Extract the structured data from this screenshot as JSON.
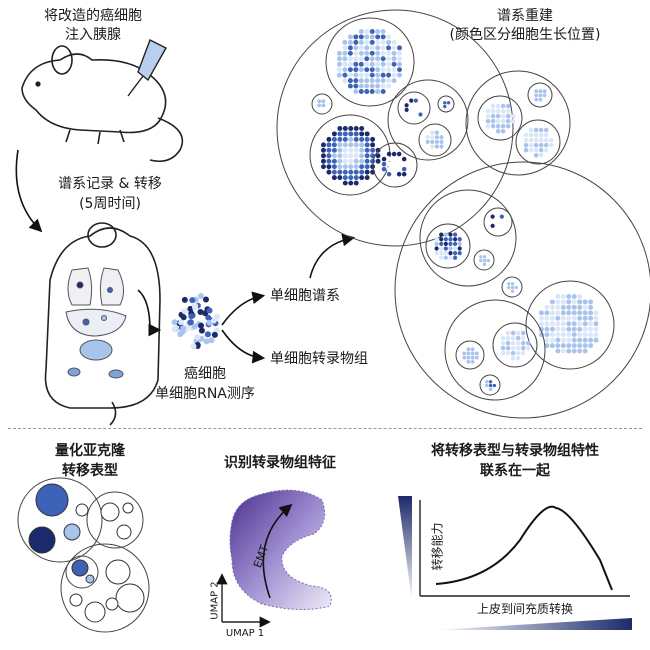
{
  "top": {
    "inject_line1": "将改造的癌细胞",
    "inject_line2": "注入胰腺",
    "record_line1": "谱系记录 & 转移",
    "record_line2": "(5周时间)",
    "cancer_line1": "癌细胞",
    "cancer_line2": "单细胞RNA测序",
    "out_lineage": "单细胞谱系",
    "out_transcriptome": "单细胞转录物组",
    "recon_line1": "谱系重建",
    "recon_line2": "(颜色区分细胞生长位置)"
  },
  "bottom": {
    "quant_line1": "量化亚克隆",
    "quant_line2": "转移表型",
    "identify": "识别转录物组特征",
    "link_line1": "将转移表型与转录物组特性",
    "link_line2": "联系在一起",
    "umap_y": "UMAP 2",
    "umap_x": "UMAP 1",
    "emt": "EMT",
    "y_axis": "转移能力",
    "x_axis": "上皮到间充质转换"
  },
  "colors": {
    "navy": "#1b2a6b",
    "mid": "#3d63b8",
    "light": "#a9c4ec",
    "pale": "#dbe7f7",
    "purple": "#5b3d99"
  }
}
